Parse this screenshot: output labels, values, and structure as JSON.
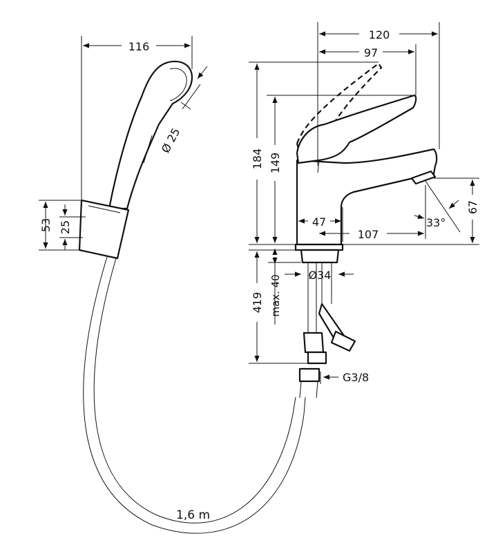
{
  "colors": {
    "line": "#111111",
    "background": "#ffffff"
  },
  "dimensions": {
    "shower_head_width": "116",
    "shower_head_diameter": "Ø 25",
    "holder_height": "53",
    "holder_inner": "25",
    "hose_length": "1,6 m",
    "faucet_total_width": "120",
    "faucet_handle_reach": "97",
    "faucet_height_total": "184",
    "faucet_height_body": "149",
    "faucet_base_width": "47",
    "faucet_spout_reach": "107",
    "spout_angle": "33°",
    "spout_height": "67",
    "hole_diameter": "Ø34",
    "max_thickness": "max. 40",
    "supply_length": "419",
    "thread_size": "G3/8"
  }
}
